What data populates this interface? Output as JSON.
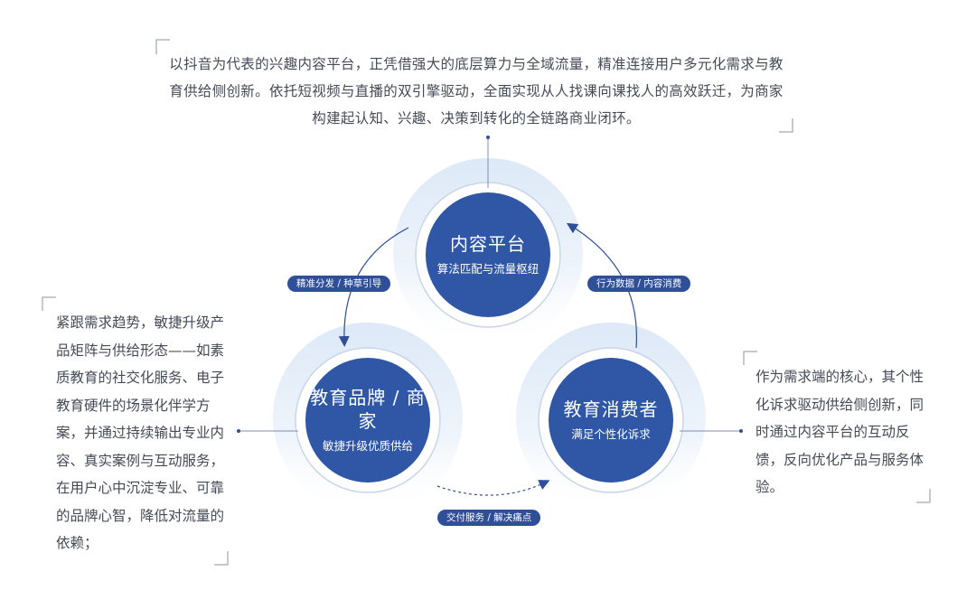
{
  "top_text": "以抖音为代表的兴趣内容平台，正凭借强大的底层算力与全域流量，精准连接用户多元化需求与教育供给侧创新。依托短视频与直播的双引擎驱动，全面实现从人找课向课找人的高效跃迁，为商家构建起认知、兴趣、决策到转化的全链路商业闭环。",
  "left_text": "紧跟需求趋势，敏捷升级产品矩阵与供给形态——如素质教育的社交化服务、电子教育硬件的场景化伴学方案，并通过持续输出专业内容、真实案例与互动服务，在用户心中沉淀专业、可靠的品牌心智，降低对流量的依赖；",
  "right_text": "作为需求端的核心，其个性化诉求驱动供给侧创新，同时通过内容平台的互动反馈，反向优化产品与服务体验。",
  "nodes": {
    "platform": {
      "title": "内容平台",
      "sub": "算法匹配与流量枢纽"
    },
    "brand": {
      "title": "教育品牌 / 商家",
      "sub": "敏捷升级优质供给"
    },
    "consumer": {
      "title": "教育消费者",
      "sub": "满足个性化诉求"
    }
  },
  "labels": {
    "left_arrow": "精准分发 / 种草引导",
    "right_arrow": "行为数据 / 内容消费",
    "bottom_arrow": "交付服务 / 解决痛点"
  },
  "colors": {
    "circle": "#2f57a6",
    "glow": "#e3eefa",
    "line": "#2f4f99",
    "bracket": "#8a95a8"
  }
}
